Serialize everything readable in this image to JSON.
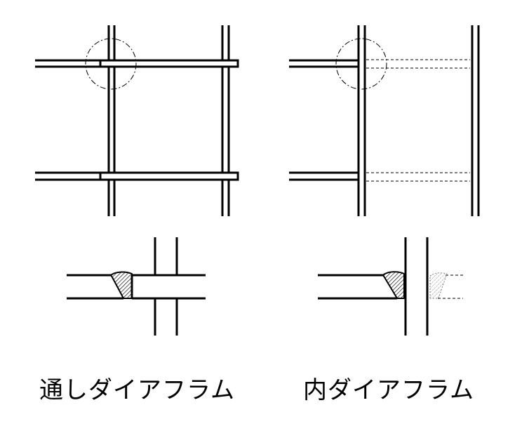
{
  "captions": {
    "through_diaphragm": "通しダイアフラム",
    "inner_diaphragm": "内ダイアフラム"
  },
  "colors": {
    "line": "#000000",
    "background": "#ffffff"
  },
  "hatch": "diagonal-hatch"
}
